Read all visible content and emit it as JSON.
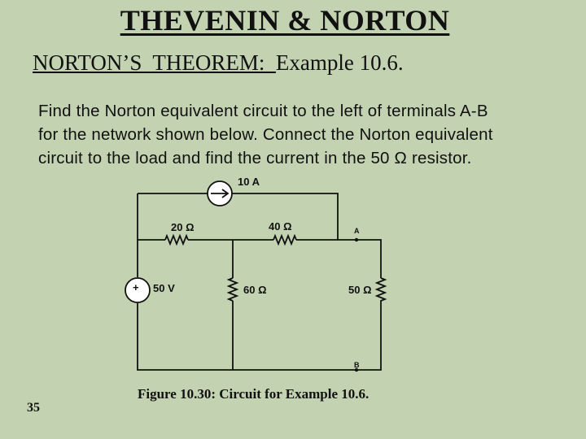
{
  "title": "THEVENIN & NORTON",
  "subtitle": {
    "underlined": "NORTON’S  THEOREM:  ",
    "rest": "Example 10.6."
  },
  "paragraph": [
    "Find the Norton equivalent circuit to the left of terminals A-B",
    "for the network shown below.  Connect the Norton equivalent",
    "circuit to the load and find the current in the 50 Ω resistor."
  ],
  "circuit": {
    "current_source": "10 A",
    "voltage_source": "50 V",
    "voltage_source_polarity": "+",
    "r1": "20 Ω",
    "r2": "40 Ω",
    "r3": "60 Ω",
    "r_load": "50 Ω",
    "terminal_a": "A",
    "terminal_b": "B"
  },
  "caption": "Figure 10.30:  Circuit for Example 10.6.",
  "page_number": "35"
}
